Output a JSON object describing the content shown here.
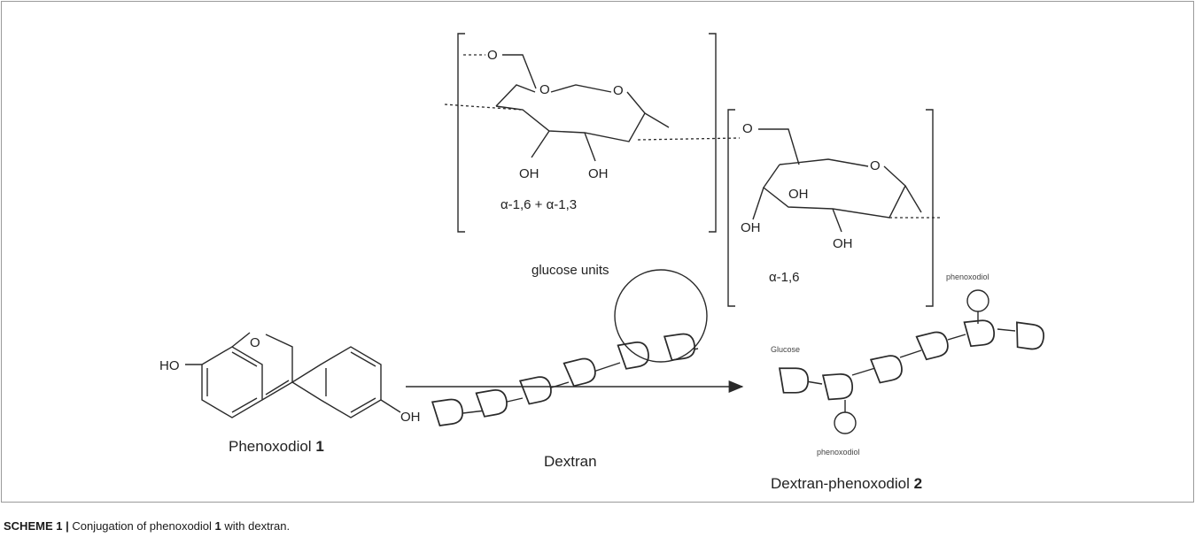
{
  "atoms": {
    "o": "O",
    "oh": "OH",
    "ho": "HO"
  },
  "labels": {
    "linkage_mixed": "α-1,6 + α-1,3",
    "glucose_units": "glucose units",
    "linkage_16": "α-1,6",
    "dextran": "Dextran",
    "phenoxodiol_name": "Phenoxodiol",
    "phenoxodiol_num": "1",
    "product_name": "Dextran-phenoxodiol",
    "product_num": "2",
    "glucose_tag": "Glucose",
    "phenoxodiol_tag": "phenoxodiol"
  },
  "caption": {
    "prefix": "SCHEME 1 |",
    "text_a": "Conjugation of phenoxodiol",
    "num": "1",
    "text_b": "with dextran."
  }
}
